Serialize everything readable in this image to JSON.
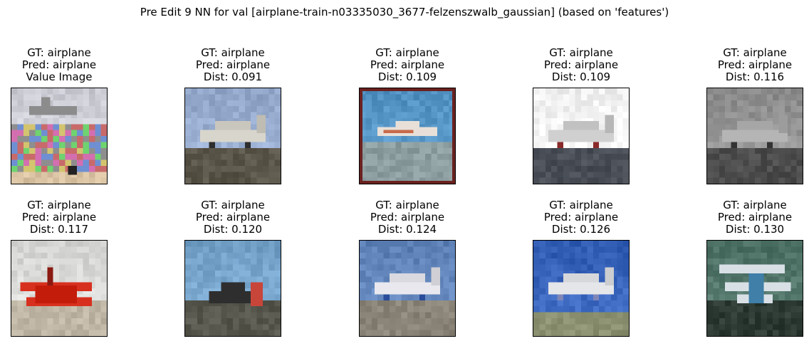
{
  "suptitle": "Pre Edit 9 NN for val [airplane-train-n03335030_3677-felzenszwalb_gaussian] (based on 'features')",
  "panels": [
    {
      "gt": "GT: airplane",
      "pred": "Pred: airplane",
      "extra": "Value Image",
      "scene": "noisy-value-image",
      "colors": {
        "sky": "#c9c9d2",
        "ground": "#d8c2a2",
        "plane": "#8c8c8c",
        "accent": "#4a78b0"
      }
    },
    {
      "gt": "GT: airplane",
      "pred": "Pred: airplane",
      "extra": "Dist: 0.091",
      "scene": "cloudy-sky-propeller-plane",
      "colors": {
        "sky": "#8fa4c6",
        "ground": "#5a5549",
        "plane": "#d8d5cc",
        "accent": "#2d2d2d"
      }
    },
    {
      "gt": "GT: airplane",
      "pred": "Pred: airplane",
      "extra": "Dist: 0.109",
      "scene": "framed-plane-over-water",
      "colors": {
        "sky": "#4f8fbf",
        "ground": "#8d9ea0",
        "plane": "#e8e0d8",
        "accent": "#6b2220"
      }
    },
    {
      "gt": "GT: airplane",
      "pred": "Pred: airplane",
      "extra": "Dist: 0.109",
      "scene": "plane-on-runway-bright-sky",
      "colors": {
        "sky": "#eeeeee",
        "ground": "#4a4e57",
        "plane": "#d0d0d0",
        "accent": "#8a2a2a"
      }
    },
    {
      "gt": "GT: airplane",
      "pred": "Pred: airplane",
      "extra": "Dist: 0.116",
      "scene": "grayscale-plane",
      "colors": {
        "sky": "#8a8a8a",
        "ground": "#4c4c4c",
        "plane": "#b5b5b5",
        "accent": "#333333"
      }
    },
    {
      "gt": "GT: airplane",
      "pred": "Pred: airplane",
      "extra": "Dist: 0.117",
      "scene": "red-biplane",
      "colors": {
        "sky": "#d2d3d0",
        "ground": "#bfb6a5",
        "plane": "#d8301f",
        "accent": "#8a1a12"
      }
    },
    {
      "gt": "GT: airplane",
      "pred": "Pred: airplane",
      "extra": "Dist: 0.120",
      "scene": "dark-plane-on-display",
      "colors": {
        "sky": "#6f9dc4",
        "ground": "#58584f",
        "plane": "#2e2e2e",
        "accent": "#c8453a"
      }
    },
    {
      "gt": "GT: airplane",
      "pred": "Pred: airplane",
      "extra": "Dist: 0.124",
      "scene": "jet-on-runway-mountains",
      "colors": {
        "sky": "#5b7fb4",
        "ground": "#8b8478",
        "plane": "#e8e8ee",
        "accent": "#2a4c9a"
      }
    },
    {
      "gt": "GT: airplane",
      "pred": "Pred: airplane",
      "extra": "Dist: 0.126",
      "scene": "white-plane-blue-sky",
      "colors": {
        "sky": "#2f5bb3",
        "ground": "#8a9070",
        "plane": "#e5e6ea",
        "accent": "#7e86b8"
      }
    },
    {
      "gt": "GT: airplane",
      "pred": "Pred: airplane",
      "extra": "Dist: 0.130",
      "scene": "biplane-over-forest",
      "colors": {
        "sky": "#4b6e63",
        "ground": "#2d3a33",
        "plane": "#d8e0e6",
        "accent": "#3f7fa8"
      }
    }
  ]
}
